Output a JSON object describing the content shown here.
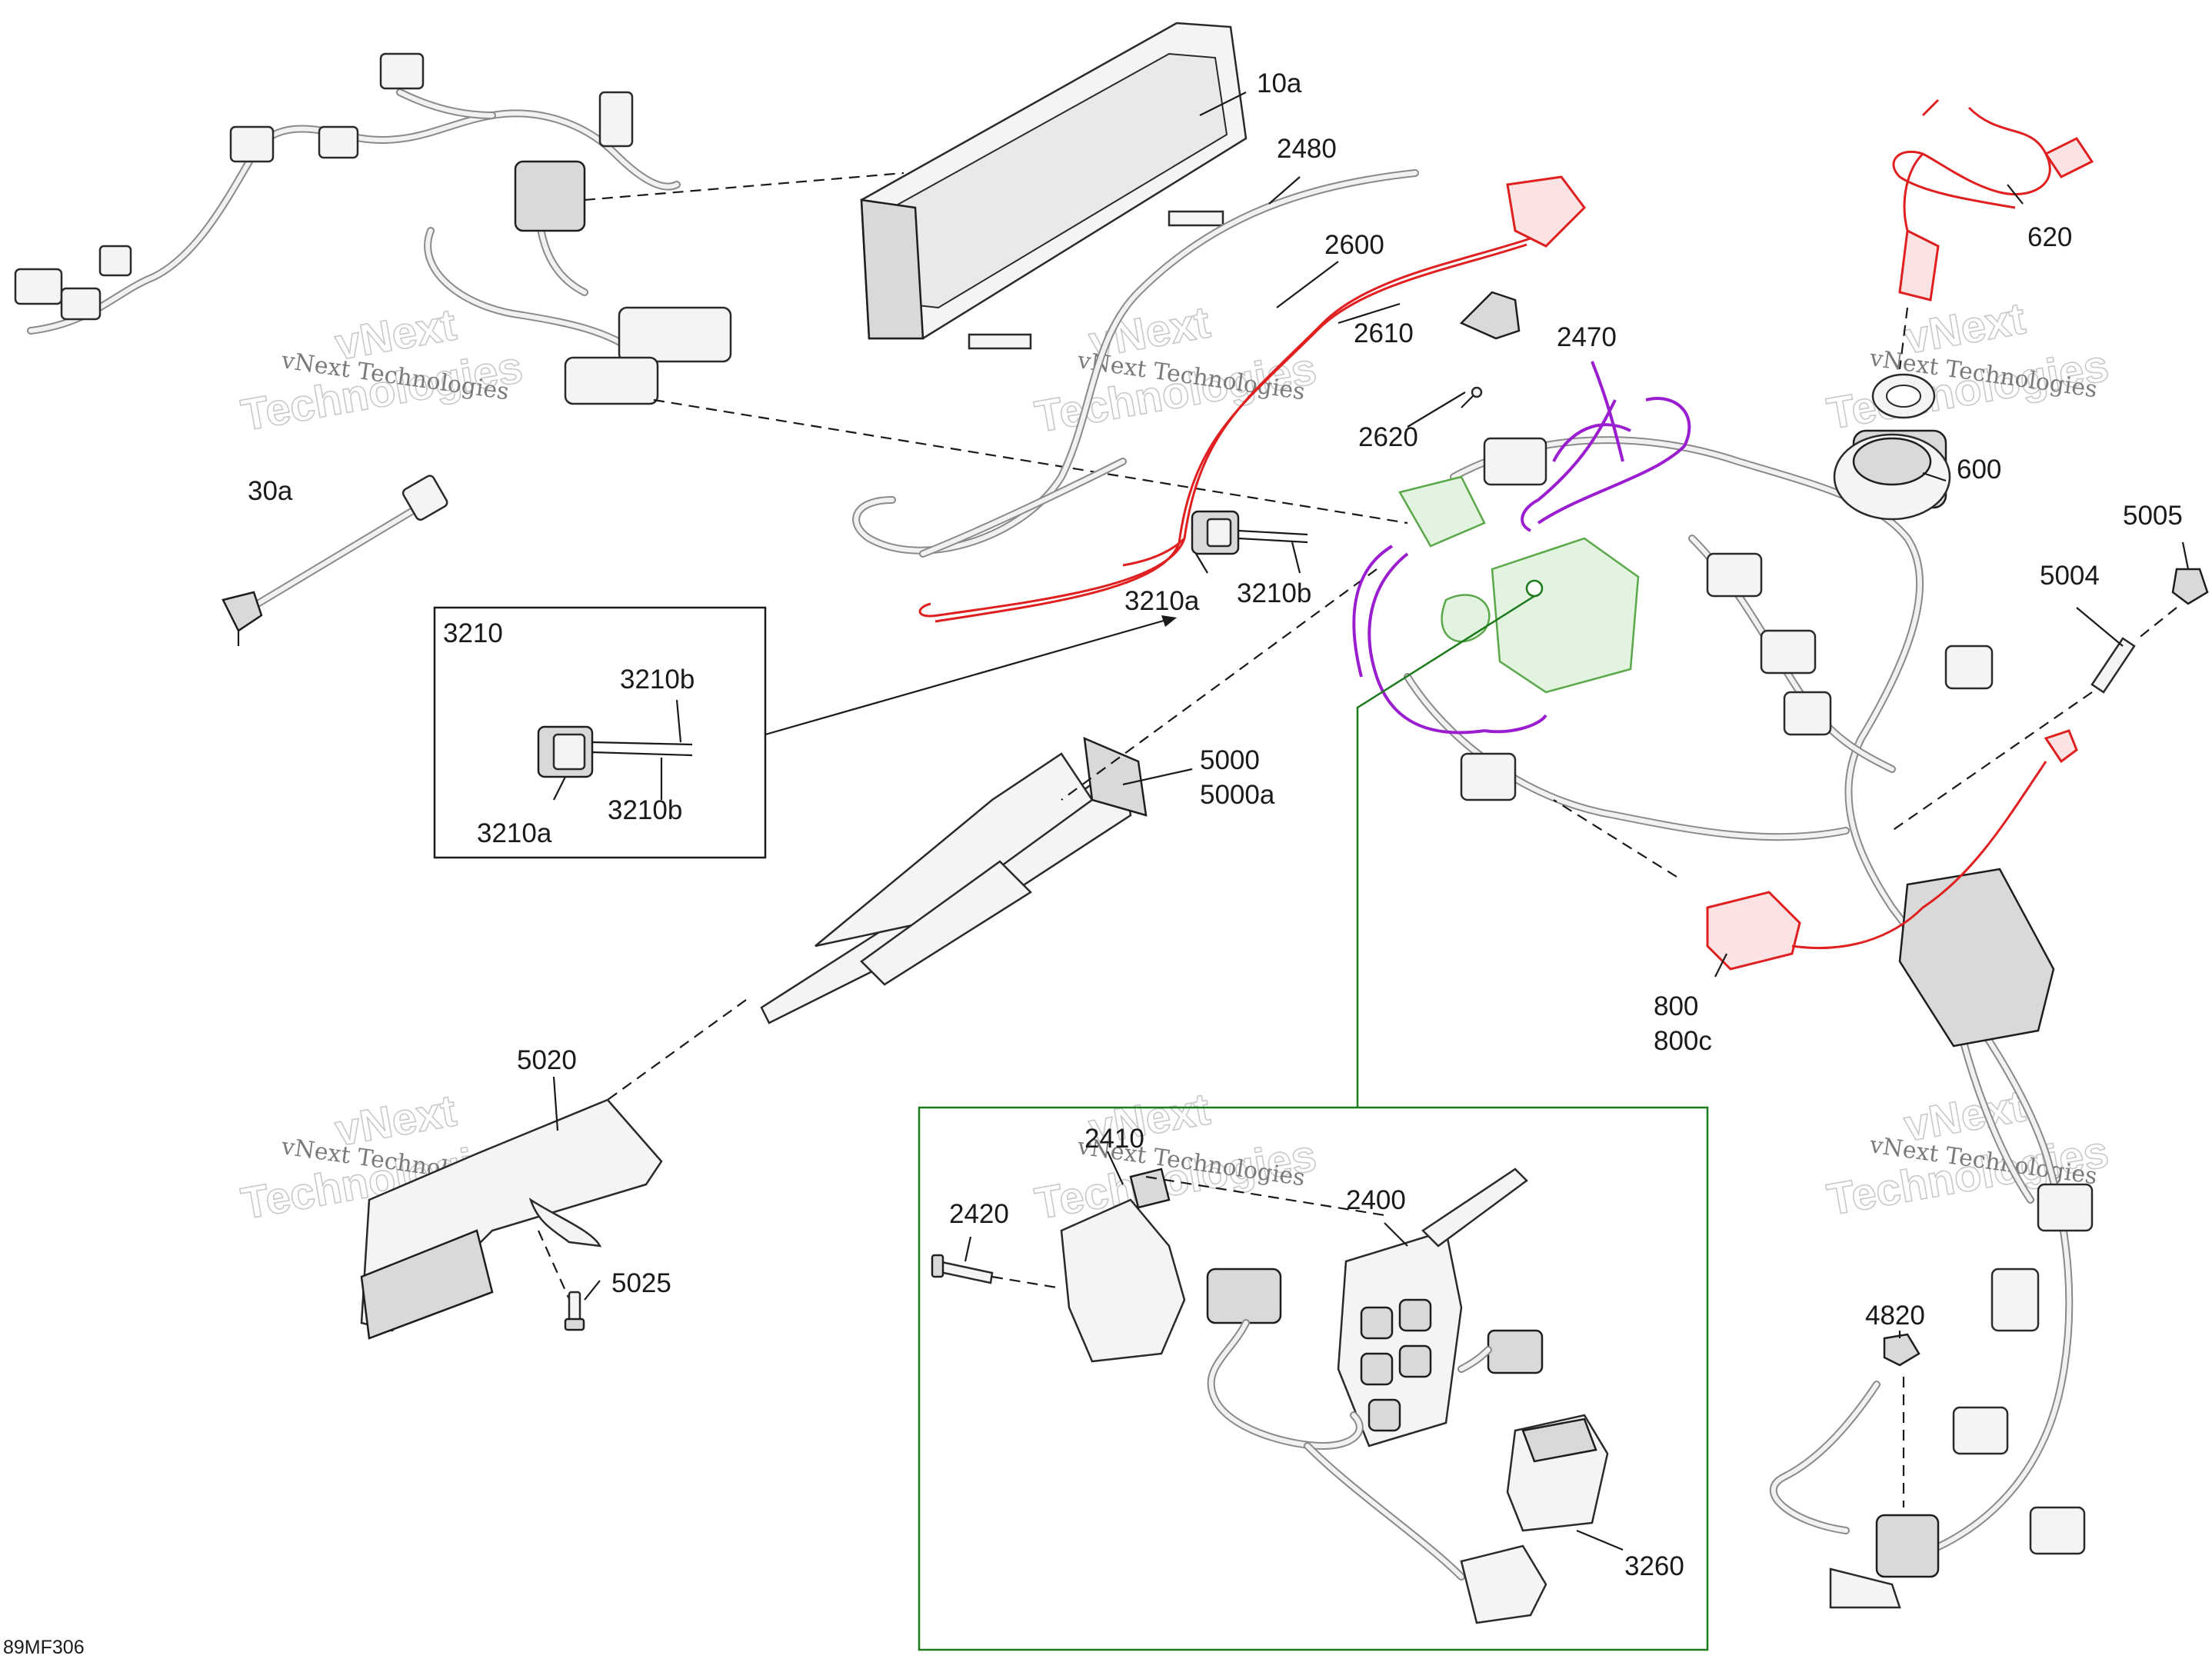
{
  "callouts": {
    "c10a": "10a",
    "c2480": "2480",
    "c2600": "2600",
    "c620": "620",
    "c2610": "2610",
    "c2470": "2470",
    "c2620": "2620",
    "c600": "600",
    "c30a": "30a",
    "c5005": "5005",
    "c5004": "5004",
    "c3210a_top": "3210a",
    "c3210b_top": "3210b",
    "c3210_box": "3210",
    "c3210b_box1": "3210b",
    "c3210b_box2": "3210b",
    "c3210a_box": "3210a",
    "c5000": "5000",
    "c5000a": "5000a",
    "c800": "800",
    "c800c": "800c",
    "c5020": "5020",
    "c5025": "5025",
    "c2410": "2410",
    "c2400": "2400",
    "c2420": "2420",
    "c4820": "4820",
    "c3260": "3260"
  },
  "watermark": {
    "line1": "vNext Technologies",
    "line2a": "vNext",
    "line2b": "Technologies"
  },
  "figure_code": "89MF306",
  "colors": {
    "highlight_red": "#e02020",
    "highlight_purple": "#9a1ed0",
    "highlight_green": "#5aa84a",
    "inset_frame_green": "#1d7a1d"
  }
}
